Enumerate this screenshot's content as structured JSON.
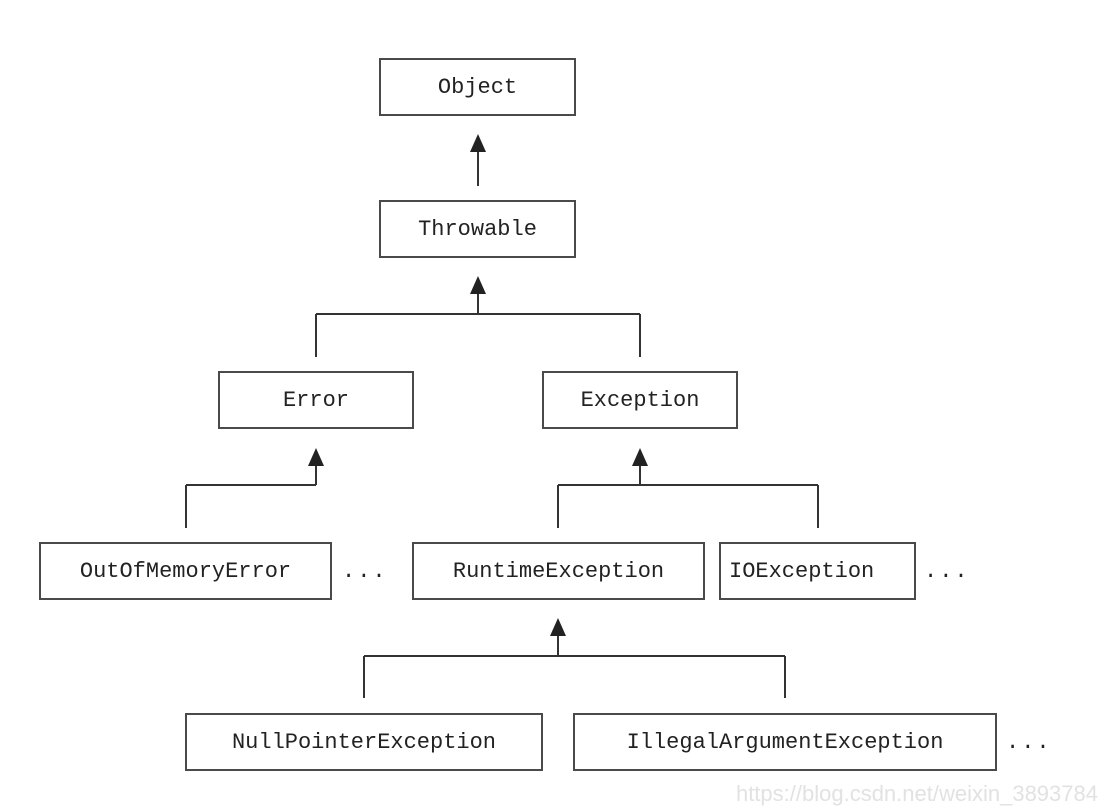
{
  "nodes": {
    "object": "Object",
    "throwable": "Throwable",
    "error": "Error",
    "exception": "Exception",
    "out_of_memory_error": "OutOfMemoryError",
    "runtime_exception": "RuntimeException",
    "io_exception": "IOException",
    "null_pointer_exception": "NullPointerException",
    "illegal_argument_exception": "IllegalArgumentException"
  },
  "ellipses": {
    "after_out_of_memory_error": "...",
    "after_io_exception": "...",
    "after_illegal_argument_exception": "..."
  },
  "watermark": "https://blog.csdn.net/weixin_3893784",
  "colors": {
    "line": "#333333",
    "box_border": "#4a4a4a",
    "text": "#222222"
  }
}
